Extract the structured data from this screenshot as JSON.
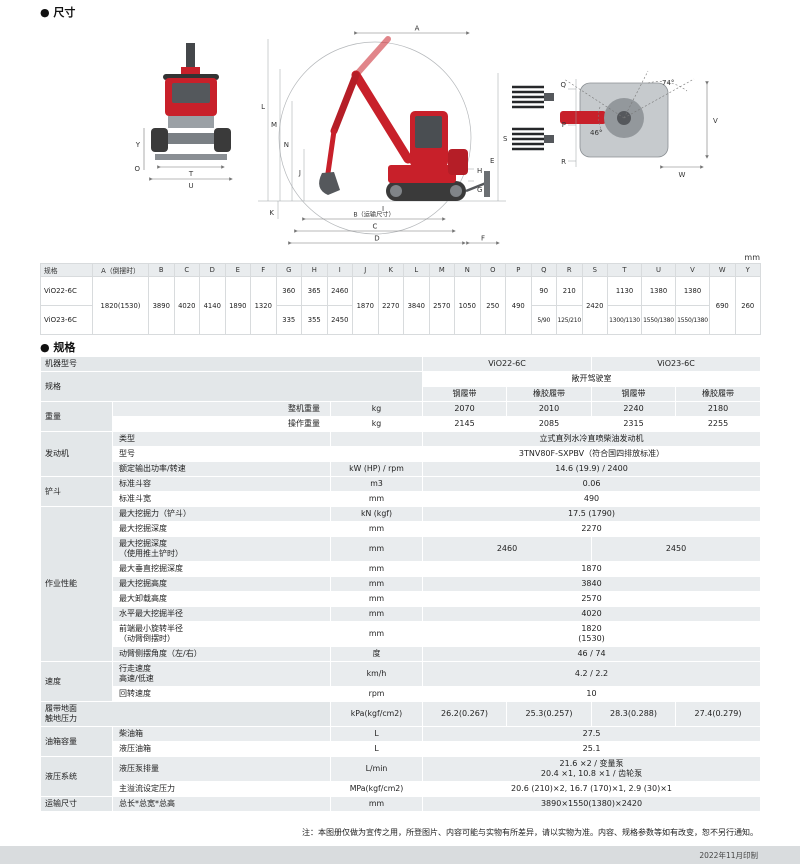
{
  "page": {
    "dim_section_title": "● 尺寸",
    "spec_section_title": "● 规格",
    "mm_label": "mm",
    "footer_note": "注：本图册仅做为宣传之用，所登图片、内容可能与实物有所差异，请以实物为准。内容、规格参数等如有改变，恕不另行通知。",
    "print_date": "2022年11月印制"
  },
  "drawings": {
    "front": {
      "Y": "Y",
      "O": "O",
      "T": "T",
      "U": "U"
    },
    "side": {
      "A": "A",
      "L": "L",
      "M": "M",
      "N": "N",
      "J": "J",
      "K": "K",
      "S": "S",
      "H": "H",
      "G": "G",
      "E": "E",
      "I": "I",
      "B": "B（运输尺寸）",
      "C": "C",
      "D": "D",
      "F": "F"
    },
    "top": {
      "Q": "Q",
      "P": "P",
      "R": "R",
      "V": "V",
      "W": "W",
      "angle_upper": "74°",
      "angle_lower": "46°"
    }
  },
  "dim_table": {
    "headers": [
      "规格",
      "A（倒摆时）",
      "B",
      "C",
      "D",
      "E",
      "F",
      "G",
      "H",
      "I",
      "J",
      "K",
      "L",
      "M",
      "N",
      "O",
      "P",
      "Q",
      "R",
      "S",
      "T",
      "U",
      "V",
      "W",
      "Y"
    ],
    "model1": "ViO22-6C",
    "model2": "ViO23-6C",
    "merged": {
      "A": "1820(1530)",
      "B": "3890",
      "C": "4020",
      "D": "4140",
      "E": "1890",
      "F": "1320",
      "J": "1870",
      "K": "2270",
      "L": "3840",
      "M": "2570",
      "N": "1050",
      "O": "250",
      "P": "490",
      "S": "2420",
      "W": "690",
      "Y": "260"
    },
    "r1": {
      "G": "360",
      "H": "365",
      "I": "2460",
      "Q": "90",
      "R": "210",
      "T": "1130",
      "U": "1380",
      "V": "1380"
    },
    "r2": {
      "G": "335",
      "H": "355",
      "I": "2450",
      "Q": "5/90",
      "R": "125/210",
      "T": "1300/1130",
      "U": "1550/1380",
      "V": "1550/1380"
    }
  },
  "spec_table": {
    "header": {
      "model_label": "机器型号",
      "model1": "ViO22-6C",
      "model2": "ViO23-6C",
      "spec_label": "规格",
      "cab": "敞开驾驶室",
      "steel": "钢履带",
      "rubber": "橡胶履带"
    },
    "weight": {
      "group": "重量",
      "machine": {
        "label": "整机重量",
        "unit": "kg",
        "v": [
          "2070",
          "2010",
          "2240",
          "2180"
        ]
      },
      "operating": {
        "label": "操作重量",
        "unit": "kg",
        "v": [
          "2145",
          "2085",
          "2315",
          "2255"
        ]
      }
    },
    "engine": {
      "group": "发动机",
      "type": {
        "label": "类型",
        "value": "立式直列水冷直喷柴油发动机"
      },
      "model": {
        "label": "型号",
        "value": "3TNV80F-SXPBV（符合国四排放标准）"
      },
      "output": {
        "label": "额定输出功率/转速",
        "unit": "kW (HP) / rpm",
        "value": "14.6 (19.9) / 2400"
      }
    },
    "bucket": {
      "group": "铲斗",
      "capacity": {
        "label": "标准斗容",
        "unit": "m3",
        "value": "0.06"
      },
      "width": {
        "label": "标准斗宽",
        "unit": "mm",
        "value": "490"
      }
    },
    "performance": {
      "group": "作业性能",
      "force": {
        "label": "最大挖掘力（铲斗）",
        "unit": "kN (kgf)",
        "value": "17.5 (1790)"
      },
      "depth": {
        "label": "最大挖掘深度",
        "unit": "mm",
        "value": "2270"
      },
      "depth_blade": {
        "label": "最大挖掘深度\n（使用推土铲时）",
        "unit": "mm",
        "v1": "2460",
        "v2": "2450"
      },
      "vertical_depth": {
        "label": "最大垂直挖掘深度",
        "unit": "mm",
        "value": "1870"
      },
      "height": {
        "label": "最大挖掘高度",
        "unit": "mm",
        "value": "3840"
      },
      "dump_height": {
        "label": "最大卸载高度",
        "unit": "mm",
        "value": "2570"
      },
      "radius": {
        "label": "水平最大挖掘半径",
        "unit": "mm",
        "value": "4020"
      },
      "front_radius": {
        "label": "前端最小旋转半径\n（动臂倒摆时）",
        "unit": "mm",
        "value": "1820\n(1530)"
      },
      "swing_angle": {
        "label": "动臂侧摆角度（左/右）",
        "unit": "度",
        "value": "46 / 74"
      }
    },
    "speed": {
      "group": "速度",
      "travel": {
        "label": "行走速度\n高速/低速",
        "unit": "km/h",
        "value": "4.2 / 2.2"
      },
      "swing": {
        "label": "回转速度",
        "unit": "rpm",
        "value": "10"
      }
    },
    "ground_pressure": {
      "label": "履带地面\n触地压力",
      "unit": "kPa(kgf/cm2)",
      "v": [
        "26.2(0.267)",
        "25.3(0.257)",
        "28.3(0.288)",
        "27.4(0.279)"
      ]
    },
    "tank": {
      "group": "油箱容量",
      "fuel": {
        "label": "柴油箱",
        "unit": "L",
        "value": "27.5"
      },
      "hydraulic": {
        "label": "液压油箱",
        "unit": "L",
        "value": "25.1"
      }
    },
    "hydraulic": {
      "group": "液压系统",
      "pump": {
        "label": "液压泵排量",
        "unit": "L/min",
        "value": "21.6 ×2 / 变量泵\n20.4 ×1, 10.8 ×1 / 齿轮泵"
      },
      "relief": {
        "label": "主溢流设定压力",
        "unit": "MPa(kgf/cm2)",
        "value": "20.6 (210)×2, 16.7 (170)×1, 2.9 (30)×1"
      }
    },
    "transport": {
      "group": "运输尺寸",
      "dims": {
        "label": "总长*总宽*总高",
        "unit": "mm",
        "value": "3890×1550(1380)×2420"
      }
    }
  }
}
